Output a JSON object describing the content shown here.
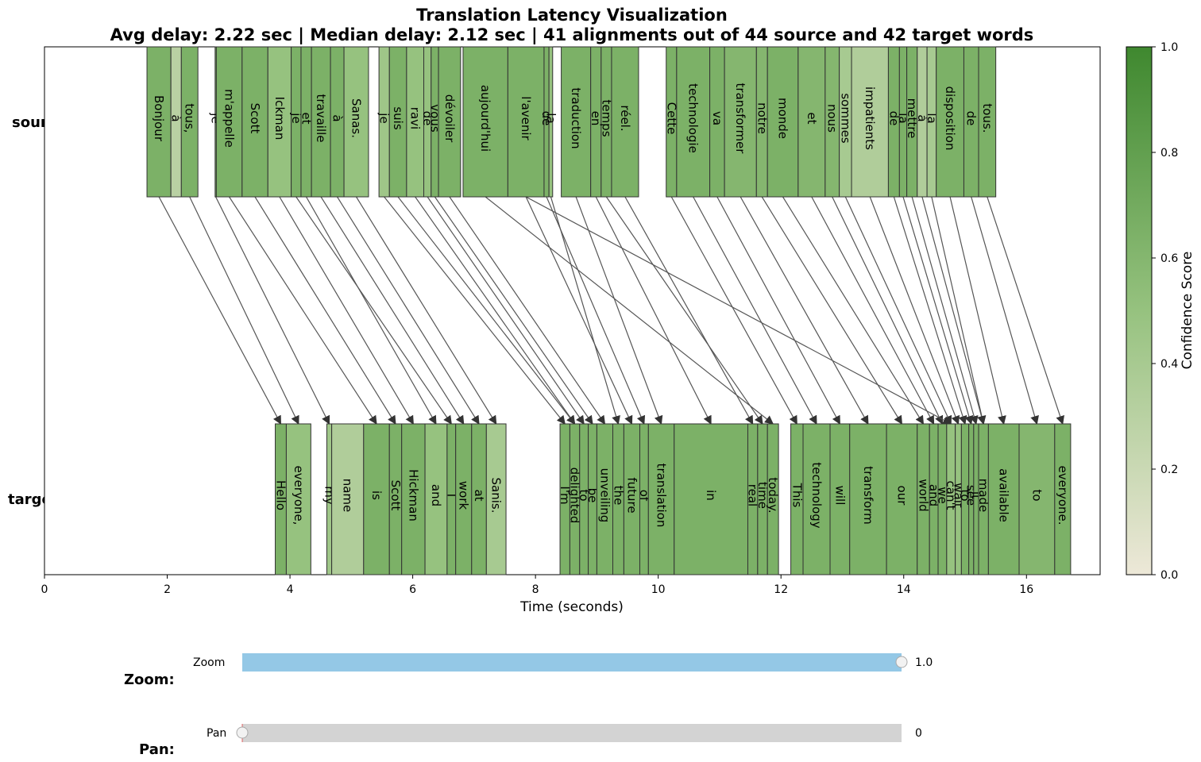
{
  "chart_data": {
    "type": "timeline-alignment",
    "title_line1": "Translation Latency Visualization",
    "title_line2": "Avg delay: 2.22 sec | Median delay: 2.12 sec | 41 alignments out of 44 source and 42 target words",
    "xlabel": "Time (seconds)",
    "xlim": [
      0,
      17.2
    ],
    "xticks": [
      0,
      2,
      4,
      6,
      8,
      10,
      12,
      14,
      16
    ],
    "source_label": "source (fr)",
    "target_label": "target (en)",
    "colorbar": {
      "label": "Confidence Score",
      "min": 0.0,
      "max": 1.0,
      "ticks": [
        "0.0",
        "0.2",
        "0.4",
        "0.6",
        "0.8",
        "1.0"
      ],
      "color_low": "#ede8d8",
      "color_high": "#3f882f"
    },
    "source_words": [
      {
        "w": "Bonjour",
        "s": 1.67,
        "e": 2.06,
        "c": 0.65
      },
      {
        "w": "à",
        "s": 2.06,
        "e": 2.23,
        "c": 0.3
      },
      {
        "w": "tous,",
        "s": 2.23,
        "e": 2.5,
        "c": 0.65
      },
      {
        "w": "je",
        "s": 2.78,
        "e": 2.8,
        "c": 0.65
      },
      {
        "w": "m'appelle",
        "s": 2.8,
        "e": 3.22,
        "c": 0.65
      },
      {
        "w": "Scott",
        "s": 3.22,
        "e": 3.64,
        "c": 0.65
      },
      {
        "w": "Ickman",
        "s": 3.64,
        "e": 4.02,
        "c": 0.5
      },
      {
        "w": "je",
        "s": 4.02,
        "e": 4.18,
        "c": 0.65
      },
      {
        "w": "et",
        "s": 4.18,
        "e": 4.35,
        "c": 0.65
      },
      {
        "w": "travaille",
        "s": 4.35,
        "e": 4.66,
        "c": 0.65
      },
      {
        "w": "à",
        "s": 4.66,
        "e": 4.88,
        "c": 0.65
      },
      {
        "w": "Sanas.",
        "s": 4.88,
        "e": 5.28,
        "c": 0.5
      },
      {
        "w": "je",
        "s": 5.45,
        "e": 5.62,
        "c": 0.45
      },
      {
        "w": "suis",
        "s": 5.62,
        "e": 5.9,
        "c": 0.65
      },
      {
        "w": "ravi",
        "s": 5.9,
        "e": 6.18,
        "c": 0.5
      },
      {
        "w": "de",
        "s": 6.18,
        "e": 6.3,
        "c": 0.5
      },
      {
        "w": "vous",
        "s": 6.3,
        "e": 6.42,
        "c": 0.65
      },
      {
        "w": "dévoiler",
        "s": 6.42,
        "e": 6.78,
        "c": 0.65
      },
      {
        "w": "aujourd'hui",
        "s": 6.82,
        "e": 7.55,
        "c": 0.65
      },
      {
        "w": "l'avenir",
        "s": 7.55,
        "e": 8.14,
        "c": 0.65
      },
      {
        "w": "de",
        "s": 8.14,
        "e": 8.22,
        "c": 0.65
      },
      {
        "w": "la",
        "s": 8.22,
        "e": 8.28,
        "c": 0.5
      },
      {
        "w": "traduction",
        "s": 8.42,
        "e": 8.9,
        "c": 0.65
      },
      {
        "w": "en",
        "s": 8.9,
        "e": 9.07,
        "c": 0.65
      },
      {
        "w": "temps",
        "s": 9.07,
        "e": 9.24,
        "c": 0.65
      },
      {
        "w": "réel.",
        "s": 9.24,
        "e": 9.68,
        "c": 0.65
      },
      {
        "w": "Cette",
        "s": 10.13,
        "e": 10.3,
        "c": 0.65
      },
      {
        "w": "technologie",
        "s": 10.3,
        "e": 10.84,
        "c": 0.65
      },
      {
        "w": "va",
        "s": 10.84,
        "e": 11.08,
        "c": 0.65
      },
      {
        "w": "transformer",
        "s": 11.08,
        "e": 11.6,
        "c": 0.6
      },
      {
        "w": "notre",
        "s": 11.6,
        "e": 11.78,
        "c": 0.6
      },
      {
        "w": "monde",
        "s": 11.78,
        "e": 12.28,
        "c": 0.65
      },
      {
        "w": "et",
        "s": 12.28,
        "e": 12.72,
        "c": 0.6
      },
      {
        "w": "nous",
        "s": 12.72,
        "e": 12.95,
        "c": 0.6
      },
      {
        "w": "sommes",
        "s": 12.95,
        "e": 13.15,
        "c": 0.4
      },
      {
        "w": "impatients",
        "s": 13.15,
        "e": 13.75,
        "c": 0.35
      },
      {
        "w": "de",
        "s": 13.75,
        "e": 13.93,
        "c": 0.65
      },
      {
        "w": "la",
        "s": 13.93,
        "e": 14.05,
        "c": 0.65
      },
      {
        "w": "mettre",
        "s": 14.05,
        "e": 14.22,
        "c": 0.65
      },
      {
        "w": "à",
        "s": 14.22,
        "e": 14.38,
        "c": 0.35
      },
      {
        "w": "la",
        "s": 14.38,
        "e": 14.53,
        "c": 0.4
      },
      {
        "w": "disposition",
        "s": 14.53,
        "e": 14.98,
        "c": 0.65
      },
      {
        "w": "de",
        "s": 14.98,
        "e": 15.22,
        "c": 0.65
      },
      {
        "w": "tous.",
        "s": 15.22,
        "e": 15.5,
        "c": 0.65
      }
    ],
    "target_words": [
      {
        "w": "Hello",
        "s": 3.76,
        "e": 3.94,
        "c": 0.65
      },
      {
        "w": "everyone,",
        "s": 3.94,
        "e": 4.34,
        "c": 0.5
      },
      {
        "w": "my",
        "s": 4.6,
        "e": 4.68,
        "c": 0.45
      },
      {
        "w": "name",
        "s": 4.68,
        "e": 5.2,
        "c": 0.35
      },
      {
        "w": "is",
        "s": 5.2,
        "e": 5.62,
        "c": 0.65
      },
      {
        "w": "Scott",
        "s": 5.62,
        "e": 5.82,
        "c": 0.65
      },
      {
        "w": "Hickman",
        "s": 5.82,
        "e": 6.2,
        "c": 0.65
      },
      {
        "w": "and",
        "s": 6.2,
        "e": 6.56,
        "c": 0.5
      },
      {
        "w": "I",
        "s": 6.56,
        "e": 6.7,
        "c": 0.65
      },
      {
        "w": "work",
        "s": 6.7,
        "e": 6.96,
        "c": 0.65
      },
      {
        "w": "at",
        "s": 6.96,
        "e": 7.2,
        "c": 0.65
      },
      {
        "w": "Sanis.",
        "s": 7.2,
        "e": 7.52,
        "c": 0.4
      },
      {
        "w": "I'm",
        "s": 8.4,
        "e": 8.56,
        "c": 0.65
      },
      {
        "w": "delighted",
        "s": 8.56,
        "e": 8.72,
        "c": 0.65
      },
      {
        "w": "to",
        "s": 8.72,
        "e": 8.86,
        "c": 0.65
      },
      {
        "w": "be",
        "s": 8.86,
        "e": 9.0,
        "c": 0.65
      },
      {
        "w": "unveiling",
        "s": 9.0,
        "e": 9.26,
        "c": 0.65
      },
      {
        "w": "the",
        "s": 9.26,
        "e": 9.44,
        "c": 0.65
      },
      {
        "w": "future",
        "s": 9.44,
        "e": 9.7,
        "c": 0.65
      },
      {
        "w": "of",
        "s": 9.7,
        "e": 9.84,
        "c": 0.65
      },
      {
        "w": "translation",
        "s": 9.84,
        "e": 10.26,
        "c": 0.65
      },
      {
        "w": "in",
        "s": 10.26,
        "e": 11.46,
        "c": 0.65
      },
      {
        "w": "real",
        "s": 11.46,
        "e": 11.62,
        "c": 0.65
      },
      {
        "w": "time",
        "s": 11.62,
        "e": 11.78,
        "c": 0.65
      },
      {
        "w": "today.",
        "s": 11.78,
        "e": 11.96,
        "c": 0.65
      },
      {
        "w": "This",
        "s": 12.16,
        "e": 12.36,
        "c": 0.65
      },
      {
        "w": "technology",
        "s": 12.36,
        "e": 12.8,
        "c": 0.65
      },
      {
        "w": "will",
        "s": 12.8,
        "e": 13.12,
        "c": 0.65
      },
      {
        "w": "transform",
        "s": 13.12,
        "e": 13.72,
        "c": 0.65
      },
      {
        "w": "our",
        "s": 13.72,
        "e": 14.22,
        "c": 0.65
      },
      {
        "w": "world",
        "s": 14.22,
        "e": 14.42,
        "c": 0.65
      },
      {
        "w": "and",
        "s": 14.42,
        "e": 14.56,
        "c": 0.65
      },
      {
        "w": "we",
        "s": 14.56,
        "e": 14.7,
        "c": 0.65
      },
      {
        "w": "can't",
        "s": 14.7,
        "e": 14.84,
        "c": 0.5
      },
      {
        "w": "wait",
        "s": 14.84,
        "e": 14.94,
        "c": 0.5
      },
      {
        "w": "to",
        "s": 14.94,
        "e": 15.06,
        "c": 0.65
      },
      {
        "w": "see",
        "s": 15.06,
        "e": 15.14,
        "c": 0.65
      },
      {
        "w": "it",
        "s": 15.14,
        "e": 15.22,
        "c": 0.65
      },
      {
        "w": "made",
        "s": 15.22,
        "e": 15.38,
        "c": 0.65
      },
      {
        "w": "available",
        "s": 15.38,
        "e": 15.88,
        "c": 0.65
      },
      {
        "w": "to",
        "s": 15.88,
        "e": 16.46,
        "c": 0.6
      },
      {
        "w": "everyone.",
        "s": 16.46,
        "e": 16.72,
        "c": 0.65
      }
    ],
    "alignments": [
      [
        0,
        0
      ],
      [
        2,
        1
      ],
      [
        3,
        2
      ],
      [
        4,
        4
      ],
      [
        5,
        5
      ],
      [
        6,
        6
      ],
      [
        7,
        8
      ],
      [
        8,
        7
      ],
      [
        9,
        9
      ],
      [
        10,
        10
      ],
      [
        11,
        11
      ],
      [
        12,
        12
      ],
      [
        13,
        13
      ],
      [
        14,
        13
      ],
      [
        15,
        14
      ],
      [
        16,
        15
      ],
      [
        17,
        16
      ],
      [
        18,
        24
      ],
      [
        19,
        18
      ],
      [
        20,
        19
      ],
      [
        21,
        17
      ],
      [
        22,
        20
      ],
      [
        23,
        21
      ],
      [
        24,
        23
      ],
      [
        25,
        22
      ],
      [
        26,
        25
      ],
      [
        27,
        26
      ],
      [
        28,
        27
      ],
      [
        29,
        28
      ],
      [
        30,
        29
      ],
      [
        31,
        30
      ],
      [
        32,
        31
      ],
      [
        33,
        32
      ],
      [
        34,
        33
      ],
      [
        35,
        34
      ],
      [
        36,
        35
      ],
      [
        37,
        36
      ],
      [
        38,
        37
      ],
      [
        39,
        38
      ],
      [
        40,
        38
      ],
      [
        41,
        39
      ],
      [
        42,
        40
      ],
      [
        43,
        41
      ],
      [
        19,
        33
      ]
    ]
  },
  "sliders": [
    {
      "side_label": "Zoom:",
      "name": "Zoom",
      "value_text": "1.0",
      "fraction": 1.0,
      "track_color": "#94c8e6",
      "bg_color": "#94c8e6"
    },
    {
      "side_label": "Pan:",
      "name": "Pan",
      "value_text": "0",
      "fraction": 0.0,
      "track_color": "#d3d3d3",
      "bg_color": "#d3d3d3"
    }
  ]
}
